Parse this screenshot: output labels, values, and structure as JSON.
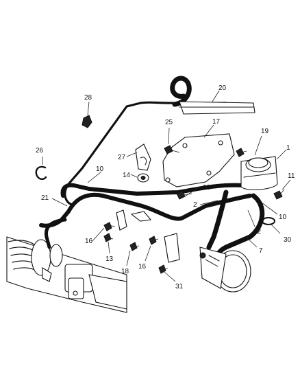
{
  "callouts": {
    "c1": "1",
    "c2": "2",
    "c7": "7",
    "c10a": "10",
    "c10b": "10",
    "c11": "11",
    "c12": "12",
    "c13": "13",
    "c14": "14",
    "c16a": "16",
    "c16b": "16",
    "c16c": "16",
    "c17": "17",
    "c18": "18",
    "c19": "19",
    "c20": "20",
    "c21": "21",
    "c25": "25",
    "c26": "26",
    "c27": "27",
    "c28": "28",
    "c30": "30",
    "c31": "31"
  }
}
